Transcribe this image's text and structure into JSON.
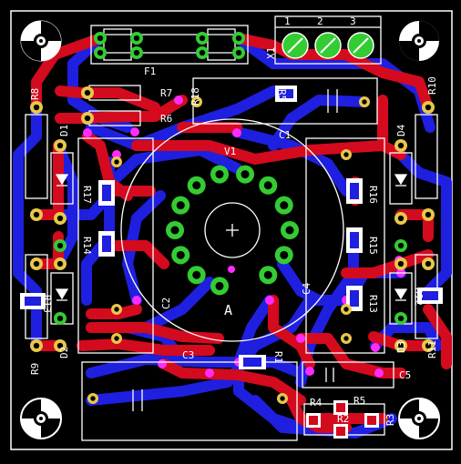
{
  "colors": {
    "background": "#000000",
    "outline": "#ffffff",
    "top_copper": "#d40a1e",
    "bottom_copper": "#1f1fe0",
    "via": "#ff2bff",
    "pad_green": "#33cc33",
    "pad_yellow": "#e8c84a",
    "hole": "#000000"
  },
  "labels": {
    "X1": "X1",
    "X1_pin1": "1",
    "X1_pin2": "2",
    "X1_pin3": "3",
    "F1": "F1",
    "R1": "R1",
    "R2": "R2",
    "R3": "R3",
    "R4": "R4",
    "R5": "R5",
    "R6": "R6",
    "R7": "R7",
    "R8": "R8",
    "R9": "R9",
    "R10": "R10",
    "R11": "R11",
    "R12": "R12",
    "R13": "R13",
    "R14": "R14",
    "R15": "R15",
    "R16": "R16",
    "R17": "R17",
    "R18": "R18",
    "C1": "C1",
    "C2": "C2",
    "C3": "C3",
    "C4": "C4",
    "C5": "C5",
    "D1": "D1",
    "D2": "D2",
    "D3": "D3",
    "D4": "D4",
    "V1": "V1",
    "V1_pin_mark": "A"
  }
}
